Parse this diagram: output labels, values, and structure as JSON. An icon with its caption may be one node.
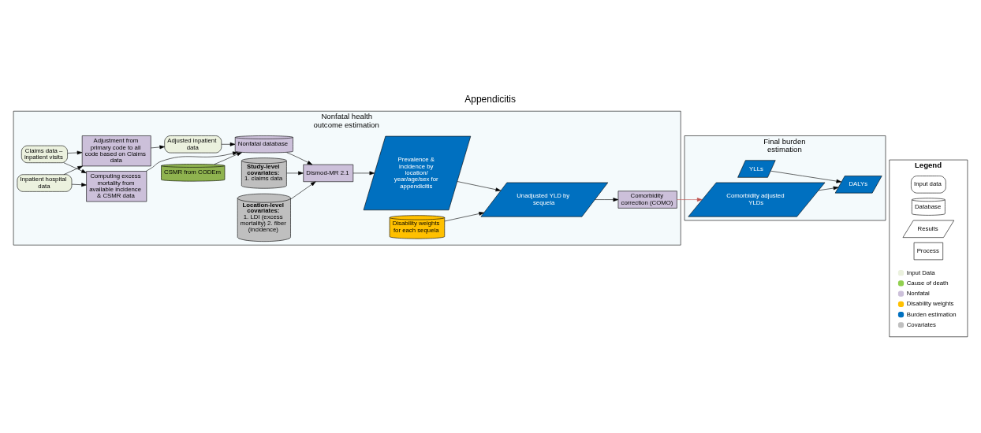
{
  "diagram": {
    "title": "Appendicitis",
    "nodes": [
      {
        "text": [
          "Nonfatal health outcome estimation"
        ]
      },
      {
        "text": [
          "Claims data – inpatient visits"
        ],
        "in": 0
      },
      {
        "text": [
          "Inpatient hospital data"
        ],
        "in": 0
      },
      {
        "text": [
          "Computing excess mortality from available incidence & CSMR data"
        ],
        "in": 0
      },
      {
        "text": [
          "Adjustment from primary code to all code based on Claims data"
        ],
        "in": 0
      },
      {
        "text": [
          "CSMR from CODEm"
        ],
        "in": 0
      },
      {
        "text": [
          "Nonfatal database"
        ],
        "in": 0
      },
      {
        "text": [
          "Adjusted inpatient data"
        ],
        "in": 0
      },
      {
        "text": [
          "Study-level covariates:",
          "1. claims data"
        ],
        "in": 0
      },
      {
        "text": [
          "Location-level covariates:",
          "1. LDI (excess mortality) 2. fiber (incidence)"
        ],
        "in": 0
      },
      {
        "text": [
          "Dismod-MR 2.1"
        ],
        "in": 0
      },
      {
        "text": [
          "Prevalence & incidence by location/ year/age/sex for appendicitis"
        ],
        "in": 0
      },
      {
        "text": [
          "Unadjusted YLD by sequela"
        ],
        "in": 0
      },
      {
        "text": [
          "Comorbidity correction (COMO)"
        ],
        "in": 0
      },
      {
        "text": [
          "Disability weights for each sequela"
        ],
        "in": 0
      },
      {
        "text": [
          "Final burden estimation"
        ]
      },
      {
        "text": [
          "YLLs"
        ],
        "in": 15
      },
      {
        "text": [
          "DALYs"
        ],
        "in": 15
      },
      {
        "text": [
          "Comorbidity adjusted YLDs"
        ],
        "in": 15
      },
      {
        "text": [
          "Legend"
        ]
      },
      {
        "text": [
          "Input data"
        ],
        "in": 19
      },
      {
        "text": [
          "Database"
        ],
        "in": 19
      },
      {
        "text": [
          "Results"
        ],
        "in": 19
      },
      {
        "text": [
          "Process"
        ],
        "in": 19
      }
    ],
    "edges": [
      {
        "from": 1,
        "to": 3,
        "arrow": "to"
      },
      {
        "from": 1,
        "to": 4,
        "arrow": "to"
      },
      {
        "from": 2,
        "to": 3,
        "arrow": "to"
      },
      {
        "from": 2,
        "to": 4,
        "arrow": "to"
      },
      {
        "from": 5,
        "to": 6,
        "arrow": "to"
      },
      {
        "from": 3,
        "to": 6,
        "arrow": "to"
      },
      {
        "from": 4,
        "to": 7,
        "arrow": "to"
      },
      {
        "from": 7,
        "to": 6,
        "arrow": "to"
      },
      {
        "from": 8,
        "to": 10,
        "arrow": "to"
      },
      {
        "from": 9,
        "to": 10,
        "arrow": "to"
      },
      {
        "from": 6,
        "to": 10,
        "arrow": "to"
      },
      {
        "from": 10,
        "to": 11,
        "arrow": "to"
      },
      {
        "from": 11,
        "to": 12,
        "arrow": "to"
      },
      {
        "from": 14,
        "to": 12,
        "arrow": "to"
      },
      {
        "from": 12,
        "to": 13,
        "arrow": "to"
      },
      {
        "from": 13,
        "to": 18,
        "arrow": "to",
        "color": "#c0504d"
      },
      {
        "from": 16,
        "to": 17,
        "arrow": "to"
      },
      {
        "from": 18,
        "to": 17,
        "arrow": "to"
      }
    ],
    "legend": [
      {
        "text": "Input Data",
        "color": "#ebf1de"
      },
      {
        "text": "Cause of death",
        "color": "#92d050"
      },
      {
        "text": "Nonfatal",
        "color": "#ccc0da"
      },
      {
        "text": "Disability weights",
        "color": "#ffc000"
      },
      {
        "text": "Burden estimation",
        "color": "#0070c0"
      },
      {
        "text": "Covariates",
        "color": "#bfbfbf"
      }
    ]
  }
}
